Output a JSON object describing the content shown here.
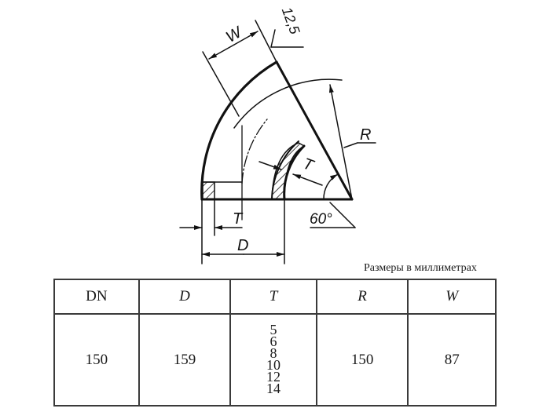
{
  "drawing": {
    "labels": {
      "W": "W",
      "flat": "12,5",
      "R": "R",
      "T_inner": "T",
      "T_bottom": "T",
      "D": "D",
      "angle": "60°"
    }
  },
  "caption": "Размеры в миллиметрах",
  "table": {
    "headers": [
      "DN",
      "D",
      "T",
      "R",
      "W"
    ],
    "row": {
      "DN": "150",
      "D": "159",
      "T": [
        "5",
        "6",
        "8",
        "10",
        "12",
        "14"
      ],
      "R": "150",
      "W": "87"
    }
  }
}
